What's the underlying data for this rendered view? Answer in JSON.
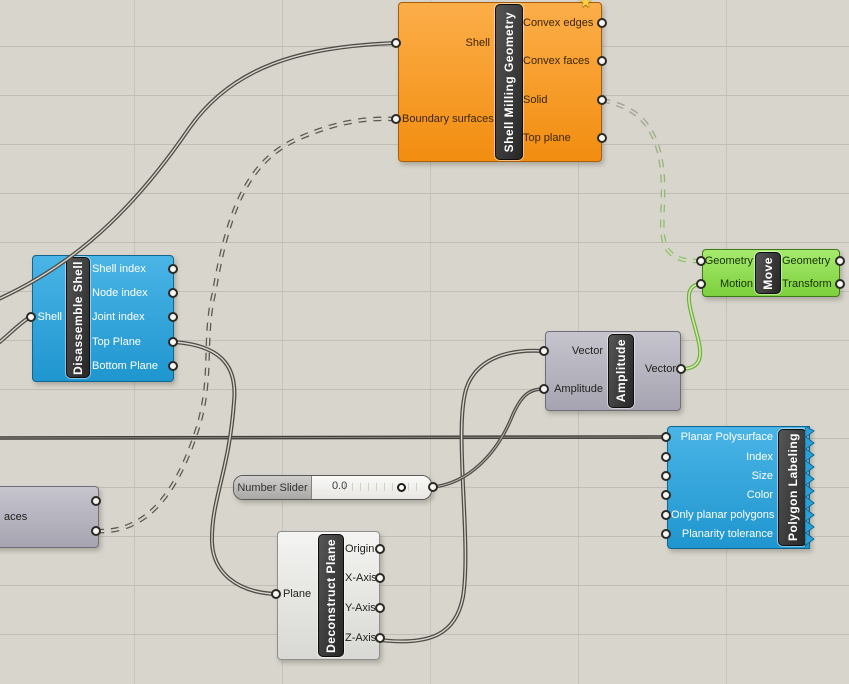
{
  "app": "grasshopper-node-canvas",
  "components": {
    "shell_milling_geometry": {
      "name": "Shell Milling Geometry",
      "color": "#f79b28",
      "inputs": [
        "Shell",
        "Boundary surfaces"
      ],
      "outputs": [
        "Convex edges",
        "Convex faces",
        "Solid",
        "Top plane"
      ],
      "favorite_star": "★"
    },
    "disassemble_shell": {
      "name": "Disassemble Shell",
      "color": "#2ca5e0",
      "inputs": [
        "Shell"
      ],
      "outputs": [
        "Shell index",
        "Node index",
        "Joint index",
        "Top Plane",
        "Bottom Plane"
      ]
    },
    "move": {
      "name": "Move",
      "color": "#8ede51",
      "inputs": [
        "Geometry",
        "Motion"
      ],
      "outputs": [
        "Geometry",
        "Transform"
      ]
    },
    "amplitude": {
      "name": "Amplitude",
      "color": "#b6b5bf",
      "inputs": [
        "Vector",
        "Amplitude"
      ],
      "outputs": [
        "Vector"
      ]
    },
    "polygon_labeling": {
      "name": "Polygon Labeling",
      "color": "#2ca5e0",
      "inputs": [
        "Planar Polysurface",
        "Index",
        "Size",
        "Color",
        "Only planar polygons",
        "Planarity tolerance"
      ]
    },
    "deconstruct_plane": {
      "name": "Deconstruct Plane",
      "color": "#ececea",
      "inputs": [
        "Plane"
      ],
      "outputs": [
        "Origin",
        "X-Axis",
        "Y-Axis",
        "Z-Axis"
      ]
    },
    "number_slider": {
      "label": "Number Slider",
      "value": "0.0"
    },
    "partial_component": {
      "label": "aces"
    }
  },
  "wires": [
    {
      "from": "offscreen-left",
      "to": "shell_milling_geometry.Shell",
      "style": "solid"
    },
    {
      "from": "offscreen-left",
      "to": "disassemble_shell.Shell",
      "style": "solid"
    },
    {
      "from": "partial_component",
      "to": "shell_milling_geometry.Boundary surfaces",
      "style": "dashed"
    },
    {
      "from": "offscreen-left",
      "to": "polygon_labeling.Planar Polysurface",
      "style": "solid"
    },
    {
      "from": "shell_milling_geometry.Solid",
      "to": "move.Geometry",
      "style": "dashed"
    },
    {
      "from": "disassemble_shell.Top Plane",
      "to": "deconstruct_plane.Plane",
      "style": "solid"
    },
    {
      "from": "deconstruct_plane.Z-Axis",
      "to": "amplitude.Vector",
      "style": "solid"
    },
    {
      "from": "number_slider",
      "to": "amplitude.Amplitude",
      "style": "solid"
    },
    {
      "from": "amplitude.Vector",
      "to": "move.Motion",
      "style": "solid-green"
    }
  ]
}
